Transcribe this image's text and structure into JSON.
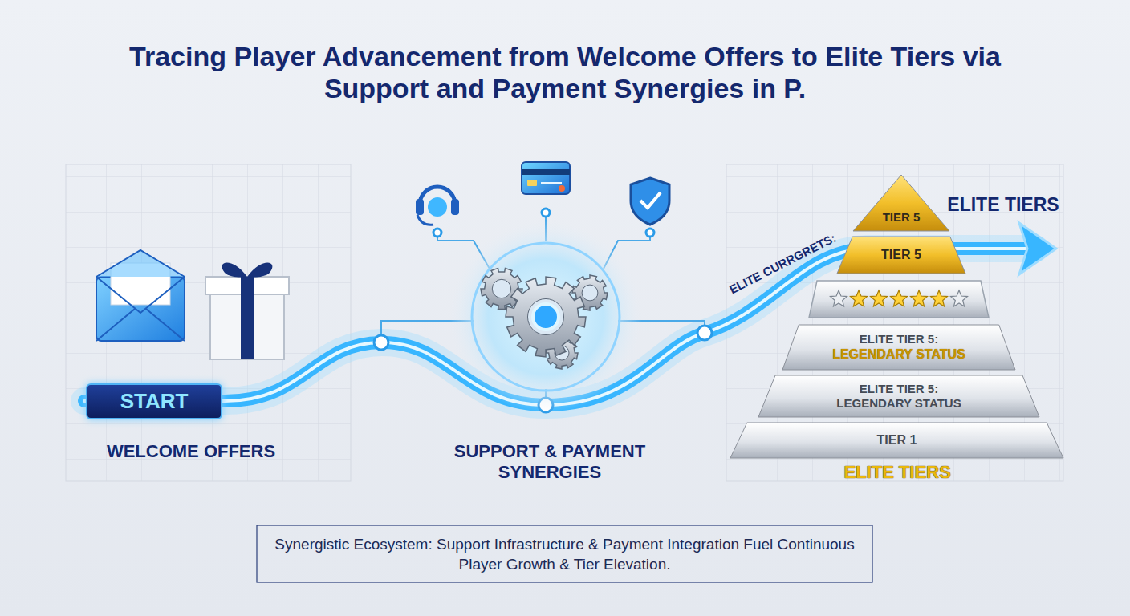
{
  "diagram": {
    "title": "Tracing Player Advancement from Welcome Offers to Elite Tiers via Support and Payment Synergies in P.",
    "caption": "Synergistic Ecosystem: Support Infrastructure & Payment Integration Fuel Continuous Player Growth & Tier Elevation.",
    "nodes": [
      {
        "text": [
          "START"
        ]
      },
      {
        "text": [
          "TIER 5"
        ]
      },
      {
        "text": [
          "TIER 5"
        ]
      },
      {
        "text": [
          "ELITE TIER 5:",
          "LEGENDARY STATUS"
        ]
      },
      {
        "text": [
          "ELITE TIER 5:",
          "LEGENDARY STATUS"
        ]
      },
      {
        "text": [
          "TIER 1"
        ]
      }
    ],
    "labels": [
      "WELCOME OFFERS",
      "SUPPORT & PAYMENT SYNERGIES",
      "ELITE CURRGRETS:",
      "ELITE TIERS",
      "ELITE TIERS"
    ]
  }
}
